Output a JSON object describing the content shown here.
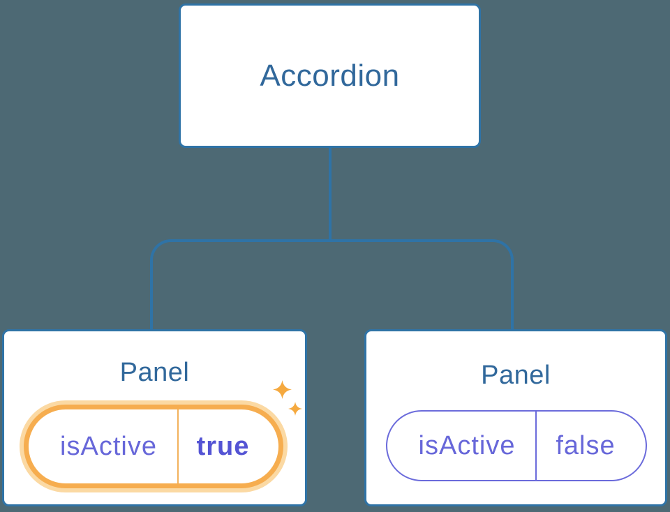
{
  "diagram": {
    "title": "component-tree-state-diagram",
    "root": {
      "label": "Accordion"
    },
    "panels": [
      {
        "title": "Panel",
        "prop": {
          "name": "isActive",
          "value": "true"
        },
        "highlighted": true,
        "sparkles": true
      },
      {
        "title": "Panel",
        "prop": {
          "name": "isActive",
          "value": "false"
        },
        "highlighted": false,
        "sparkles": false
      }
    ],
    "icons": {
      "sparkle_big": "sparkle-icon",
      "sparkle_small": "sparkle-icon"
    },
    "colors": {
      "background": "#4D6974",
      "node_fill": "#FFFFFF",
      "node_border": "#2F73A6",
      "node_text": "#31689B",
      "connector": "#2F73A6",
      "prop_text": "#6767D9",
      "prop_value_active_text": "#5454D4",
      "active_pill_border": "#F6AD4F",
      "active_pill_glow": "#FBD9A3",
      "active_pill_divider": "#F2B15C",
      "inactive_pill_border": "#6B6BDB",
      "sparkle": "#F5A93F"
    }
  }
}
